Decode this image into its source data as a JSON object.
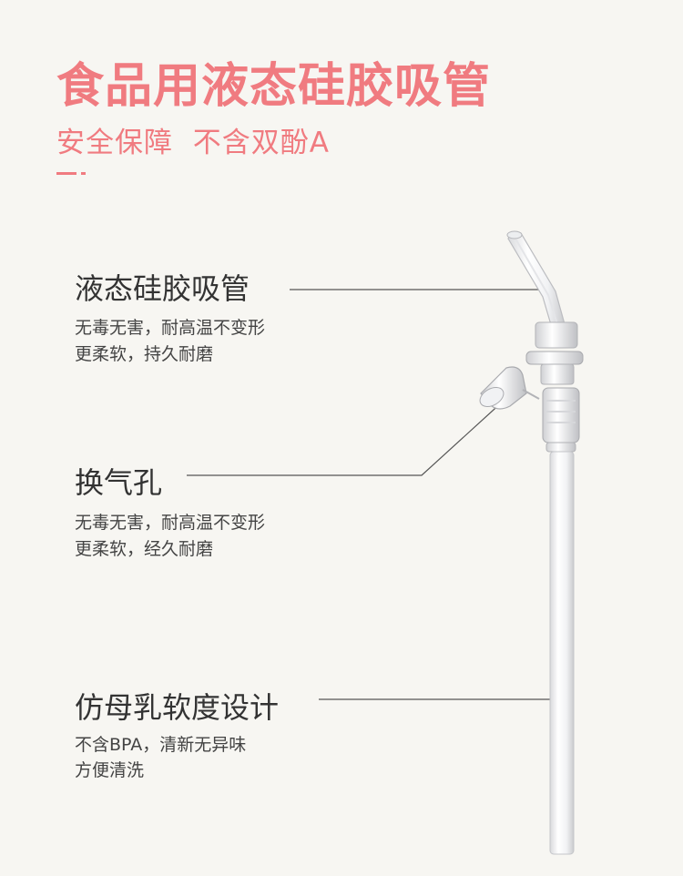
{
  "title": "食品用液态硅胶吸管",
  "subtitle": "安全保障  不含双酚A",
  "features": [
    {
      "heading": "液态硅胶吸管",
      "desc_line1": "无毒无害，耐高温不变形",
      "desc_line2": "更柔软，持久耐磨"
    },
    {
      "heading": "换气孔",
      "desc_line1": "无毒无害，耐高温不变形",
      "desc_line2": "更柔软，经久耐磨"
    },
    {
      "heading": "仿母乳软度设计",
      "desc_line1": "不含BPA，清新无异味",
      "desc_line2": "方便清洗"
    }
  ],
  "colors": {
    "accent": "#f07b80",
    "background": "#f7f6f2",
    "heading": "#333333",
    "leader_line": "#555555"
  }
}
